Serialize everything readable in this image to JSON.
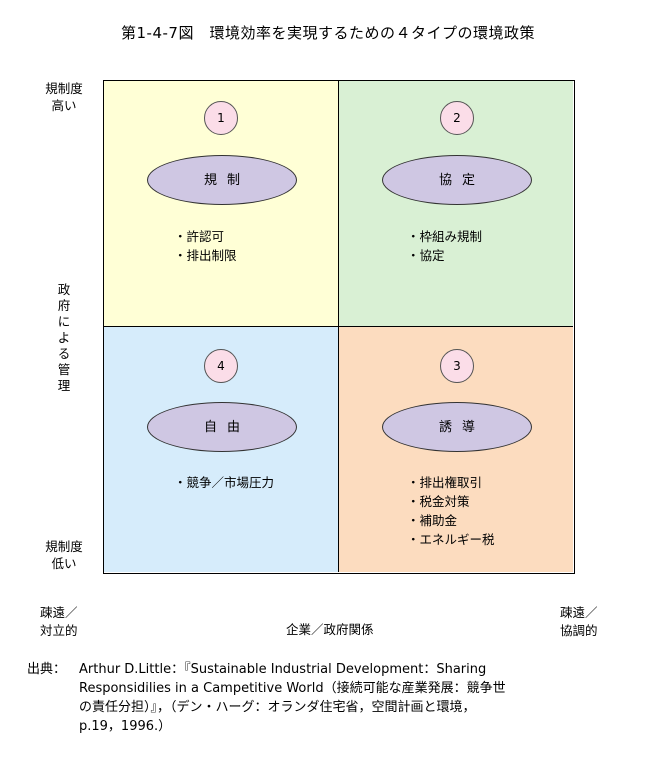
{
  "title": "第1-4-7図　環境効率を実現するための４タイプの環境政策",
  "y_axis": {
    "top_label_1": "規制度",
    "top_label_2": "高い",
    "middle_label_chars": [
      "政",
      "府",
      "に",
      "よ",
      "る",
      "管",
      "理"
    ],
    "bottom_label_1": "規制度",
    "bottom_label_2": "低い"
  },
  "x_axis": {
    "left_label_1": "疎遠／",
    "left_label_2": "対立的",
    "center_label": "企業／政府関係",
    "right_label_1": "疎遠／",
    "right_label_2": "協調的"
  },
  "quadrants": {
    "q1": {
      "number": "1",
      "name": "規制",
      "bullets": [
        "・許認可",
        "・排出制限"
      ],
      "color": "#ffffd6"
    },
    "q2": {
      "number": "2",
      "name": "協定",
      "bullets": [
        "・枠組み規制",
        "・協定"
      ],
      "color": "#d9f0d4"
    },
    "q4": {
      "number": "4",
      "name": "自由",
      "bullets": [
        "・競争／市場圧力"
      ],
      "color": "#d6ecfb"
    },
    "q3": {
      "number": "3",
      "name": "誘導",
      "bullets": [
        "・排出権取引",
        "・税金対策",
        "・補助金",
        "・エネルギー税"
      ],
      "color": "#fcdcbf"
    }
  },
  "source": {
    "lead": "出典：",
    "line1": "Arthur D.Little：『Sustainable Industrial Development：Sharing",
    "line2": "Responsidilies in a Campetitive World（接続可能な産業発展：競争世",
    "line3": "の責任分担）』，（デン・ハーグ：オランダ住宅省，空間計画と環境，",
    "line4": "p.19，1996.）"
  }
}
